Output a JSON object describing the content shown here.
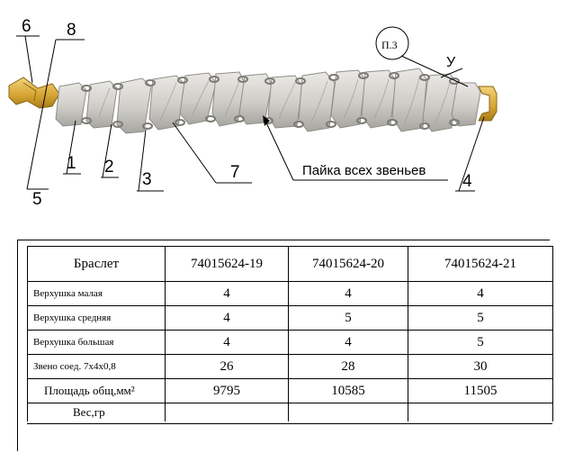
{
  "callouts": {
    "c1": "1",
    "c2": "2",
    "c3": "3",
    "c4": "4",
    "c5": "5",
    "c6": "6",
    "c7": "7",
    "c8": "8",
    "u": "У",
    "ref": "П.3",
    "solder_note": "Пайка всех звеньев"
  },
  "table": {
    "header_label": "Браслет",
    "articles": [
      "74015624-19",
      "74015624-20",
      "74015624-21"
    ],
    "rows": [
      {
        "label": "Верхушка малая",
        "values": [
          "4",
          "4",
          "4"
        ]
      },
      {
        "label": "Верхушка средняя",
        "values": [
          "4",
          "5",
          "5"
        ]
      },
      {
        "label": "Верхушка большая",
        "values": [
          "4",
          "4",
          "5"
        ]
      },
      {
        "label": "Звено соед. 7х4х0,8",
        "values": [
          "26",
          "28",
          "30"
        ]
      },
      {
        "label": "Площадь общ,мм²",
        "values": [
          "9795",
          "10585",
          "11505"
        ]
      },
      {
        "label": "Вес,гр",
        "values": [
          "",
          "",
          ""
        ]
      }
    ]
  },
  "colors": {
    "silver": "#d6d4cf",
    "silver_dark": "#a9a7a2",
    "gold": "#d7a93a"
  }
}
